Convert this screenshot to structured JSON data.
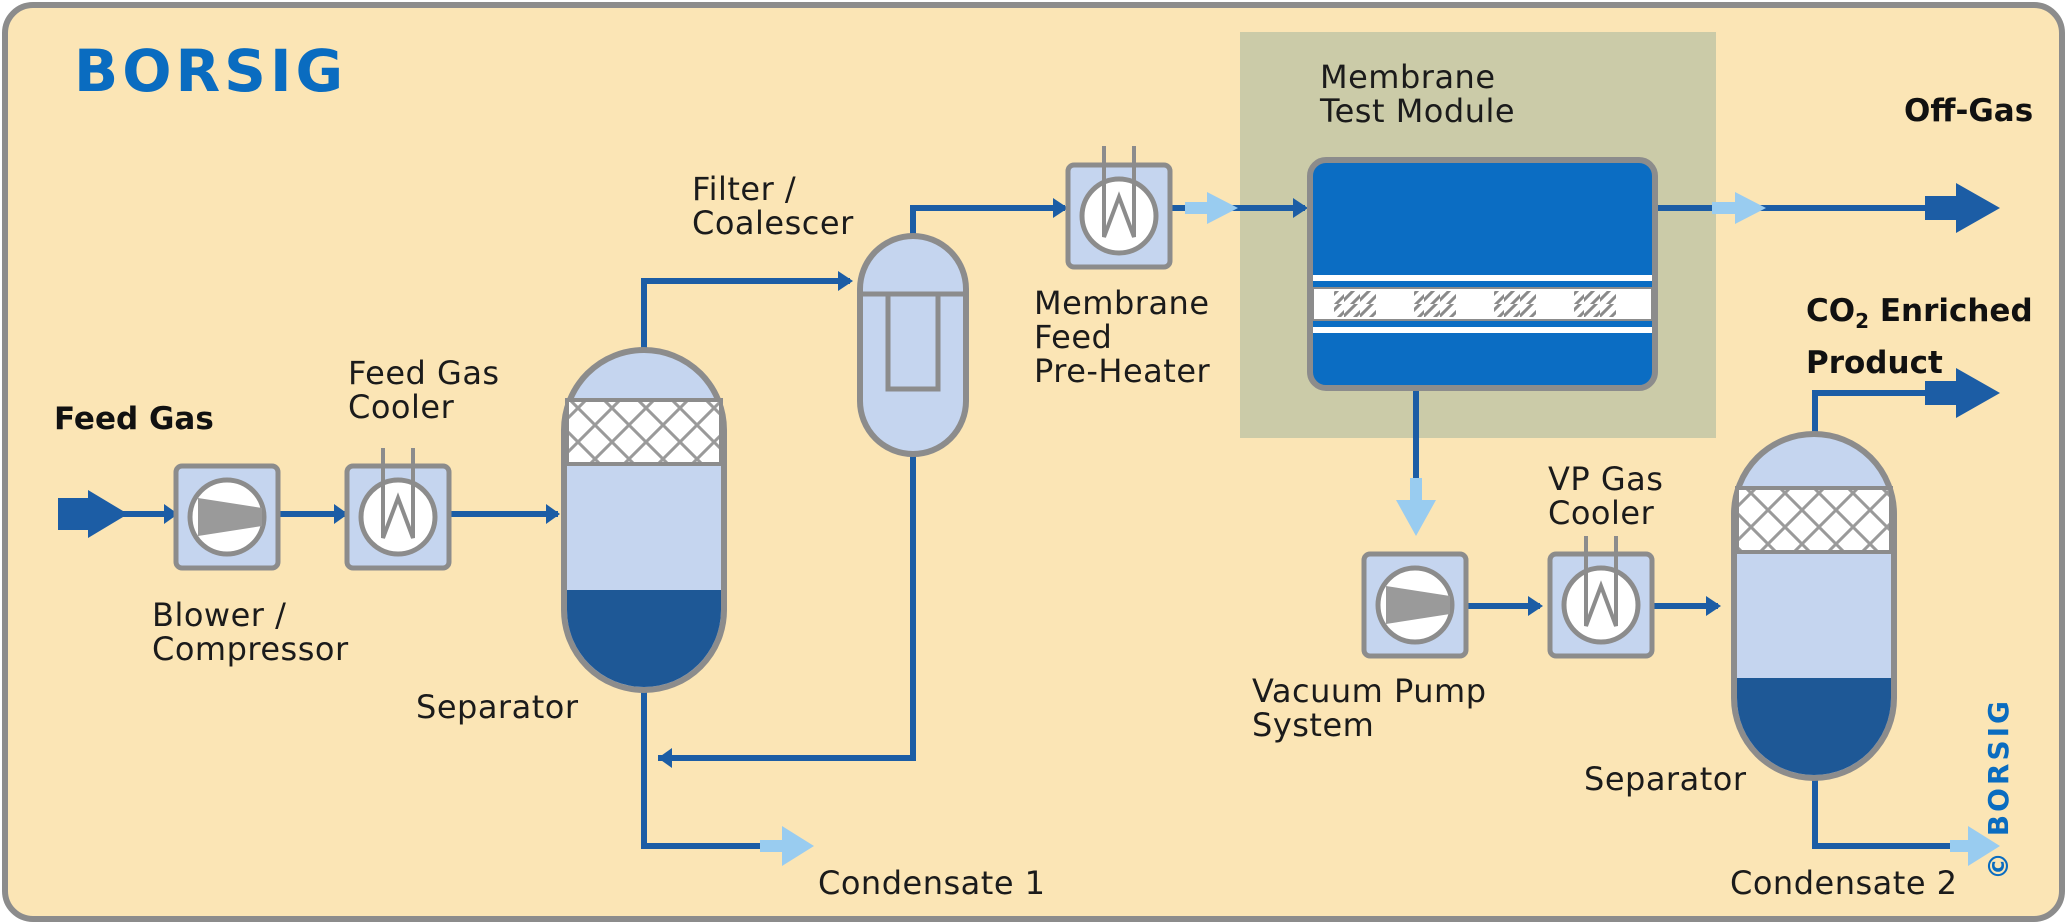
{
  "brand": "BORSIG",
  "copyright": "© BORSIG",
  "colors": {
    "background": "#fbe5b5",
    "frame": "#8c8c8c",
    "pipe": "#1c5da5",
    "vessel_light": "#c5d5ef",
    "liquid": "#1e5896",
    "module_blue": "#0b6dc3",
    "test_area": "#cbcba8",
    "arrow_light": "#99ccf0"
  },
  "labels": {
    "feed_gas": "Feed Gas",
    "blower": [
      "Blower /",
      "Compressor"
    ],
    "feed_gas_cooler": [
      "Feed Gas",
      "Cooler"
    ],
    "separator_1": "Separator",
    "filter": [
      "Filter /",
      "Coalescer"
    ],
    "pre_heater": [
      "Membrane",
      "Feed",
      "Pre-Heater"
    ],
    "test_module": [
      "Membrane",
      "Test Module"
    ],
    "off_gas": "Off-Gas",
    "co2_product_co": "CO",
    "co2_product_sub": "2",
    "co2_product_rest": " Enriched",
    "co2_product_line2": "Product",
    "vacuum_pump": [
      "Vacuum Pump",
      "System"
    ],
    "vp_gas_cooler": [
      "VP Gas",
      "Cooler"
    ],
    "separator_2": "Separator",
    "condensate_1": "Condensate 1",
    "condensate_2": "Condensate 2"
  }
}
